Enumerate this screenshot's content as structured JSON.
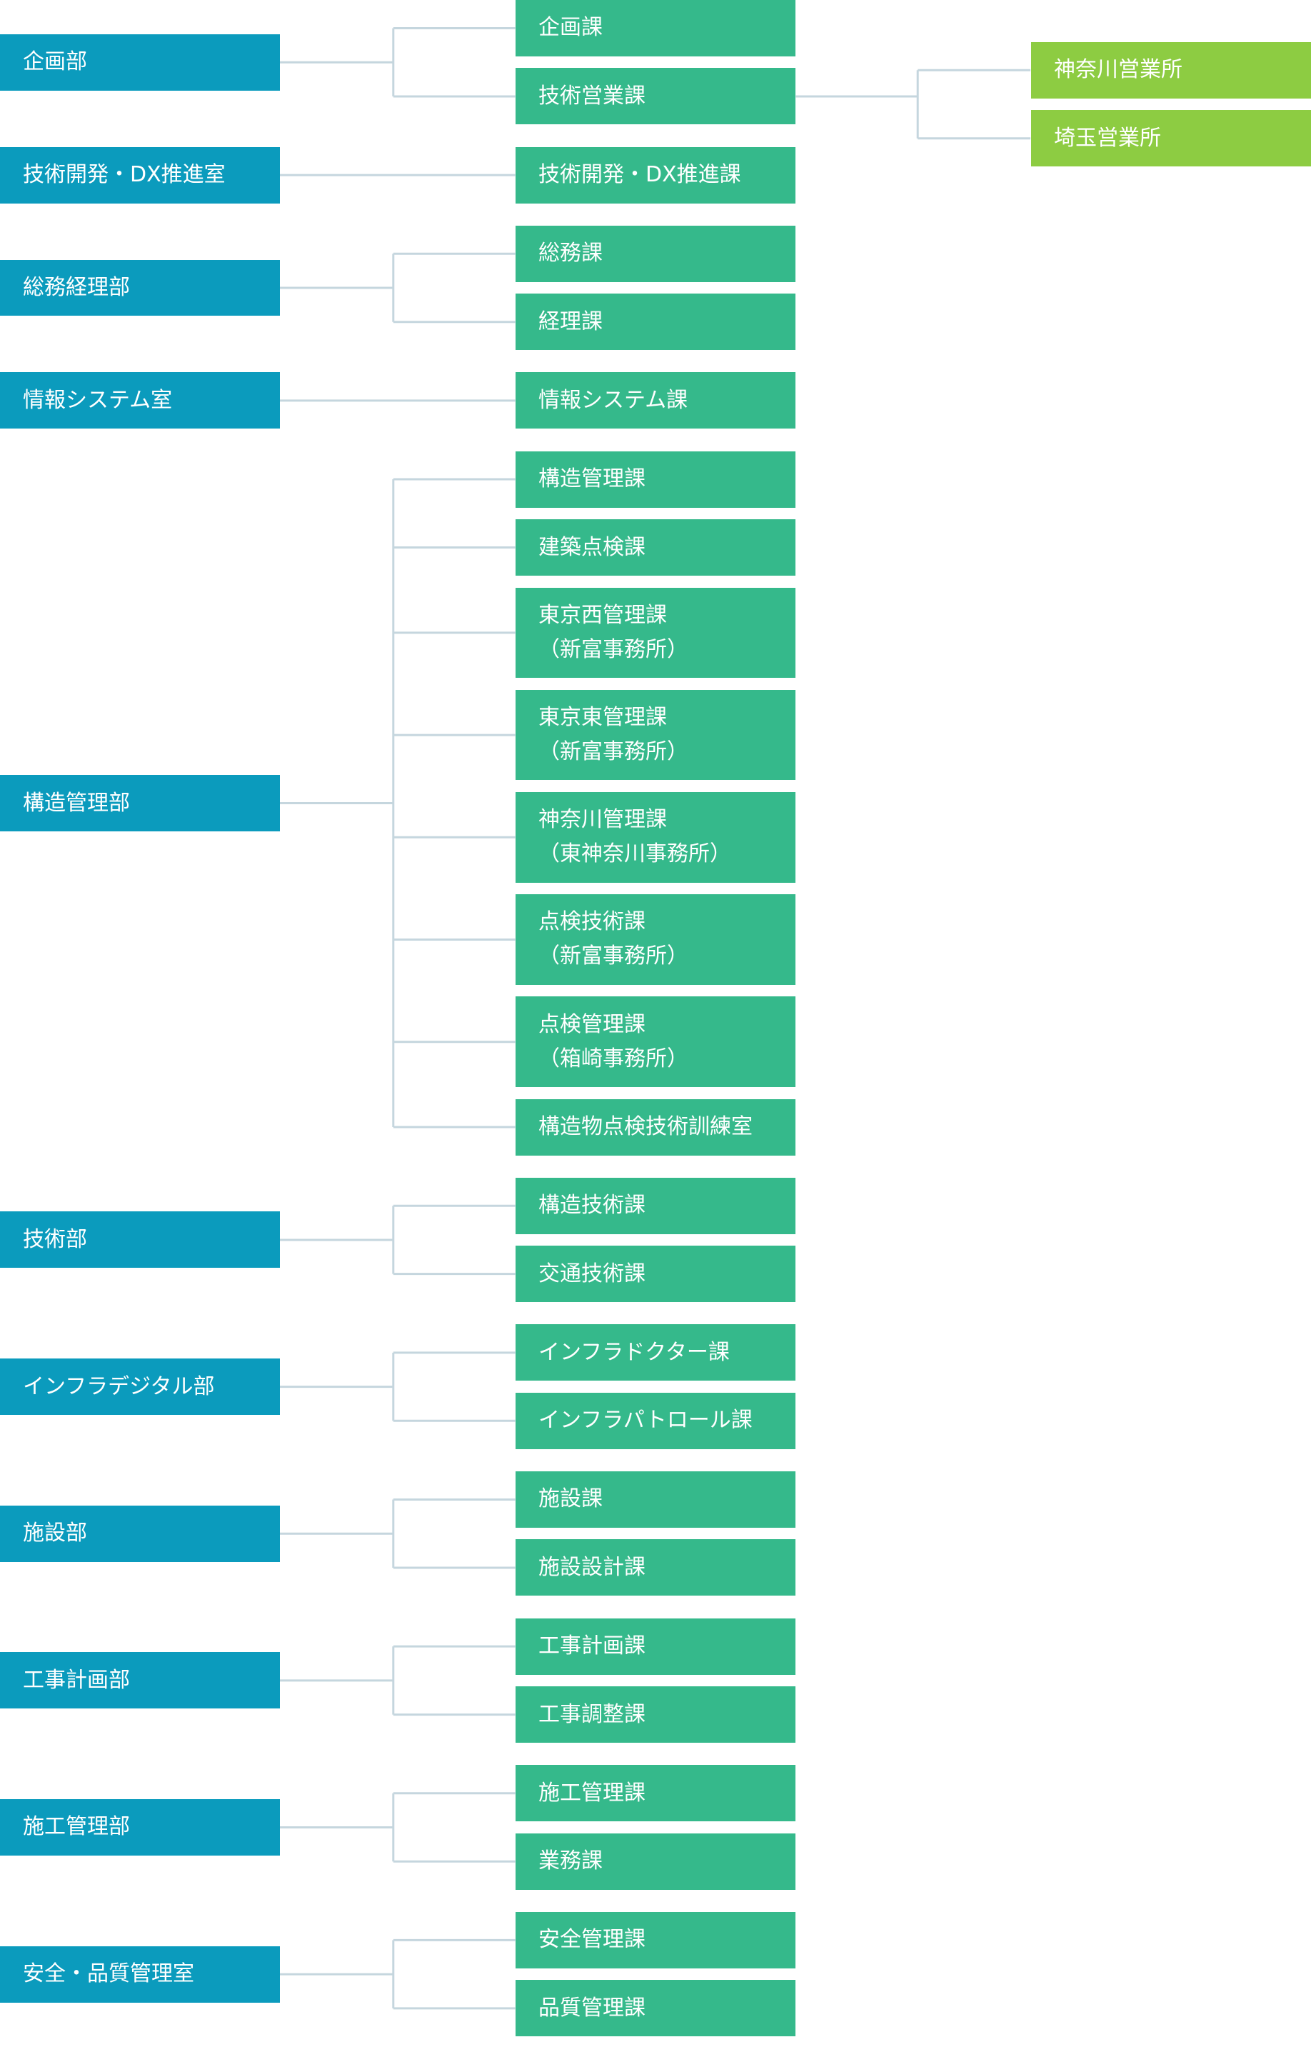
{
  "colors": {
    "department": "#0b9bbd",
    "section": "#35b98b",
    "office": "#8dcc42",
    "connector": "#c5d6de"
  },
  "departments": [
    {
      "name": "企画部",
      "sections": [
        {
          "lines": [
            "企画課"
          ]
        },
        {
          "lines": [
            "技術営業課"
          ],
          "offices": [
            {
              "lines": [
                "神奈川営業所"
              ]
            },
            {
              "lines": [
                "埼玉営業所"
              ]
            }
          ]
        }
      ]
    },
    {
      "name": "技術開発・DX推進室",
      "sections": [
        {
          "lines": [
            "技術開発・DX推進課"
          ]
        }
      ]
    },
    {
      "name": "総務経理部",
      "sections": [
        {
          "lines": [
            "総務課"
          ]
        },
        {
          "lines": [
            "経理課"
          ]
        }
      ]
    },
    {
      "name": "情報システム室",
      "sections": [
        {
          "lines": [
            "情報システム課"
          ]
        }
      ]
    },
    {
      "name": "構造管理部",
      "sections": [
        {
          "lines": [
            "構造管理課"
          ]
        },
        {
          "lines": [
            "建築点検課"
          ]
        },
        {
          "lines": [
            "東京西管理課",
            "（新富事務所）"
          ]
        },
        {
          "lines": [
            "東京東管理課",
            "（新富事務所）"
          ]
        },
        {
          "lines": [
            "神奈川管理課",
            "（東神奈川事務所）"
          ]
        },
        {
          "lines": [
            "点検技術課",
            "（新富事務所）"
          ]
        },
        {
          "lines": [
            "点検管理課",
            "（箱崎事務所）"
          ]
        },
        {
          "lines": [
            "構造物点検技術訓練室"
          ]
        }
      ]
    },
    {
      "name": "技術部",
      "sections": [
        {
          "lines": [
            "構造技術課"
          ]
        },
        {
          "lines": [
            "交通技術課"
          ]
        }
      ]
    },
    {
      "name": "インフラデジタル部",
      "sections": [
        {
          "lines": [
            "インフラドクター課"
          ]
        },
        {
          "lines": [
            "インフラパトロール課"
          ]
        }
      ]
    },
    {
      "name": "施設部",
      "sections": [
        {
          "lines": [
            "施設課"
          ]
        },
        {
          "lines": [
            "施設設計課"
          ]
        }
      ]
    },
    {
      "name": "工事計画部",
      "sections": [
        {
          "lines": [
            "工事計画課"
          ]
        },
        {
          "lines": [
            "工事調整課"
          ]
        }
      ]
    },
    {
      "name": "施工管理部",
      "sections": [
        {
          "lines": [
            "施工管理課"
          ]
        },
        {
          "lines": [
            "業務課"
          ]
        }
      ]
    },
    {
      "name": "安全・品質管理室",
      "sections": [
        {
          "lines": [
            "安全管理課"
          ]
        },
        {
          "lines": [
            "品質管理課"
          ]
        }
      ]
    }
  ]
}
